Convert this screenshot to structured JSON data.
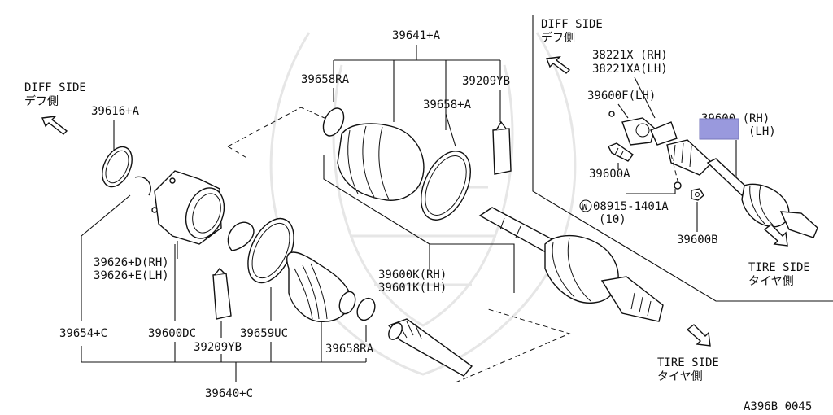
{
  "diagram_code": "A396B 0045",
  "left_assembly": {
    "diff_side": {
      "en": "DIFF SIDE",
      "jp": "デフ側"
    },
    "tire_side": {
      "en": "TIRE SIDE",
      "jp": "タイヤ側"
    },
    "labels": {
      "p39641A": "39641+A",
      "p39658RA_top": "39658RA",
      "p39209YB_top": "39209YB",
      "p39658A": "39658+A",
      "p39616A": "39616+A",
      "p39626D": "39626+D(RH)",
      "p39626E": "39626+E(LH)",
      "p39600K": "39600K(RH)",
      "p39601K": "39601K(LH)",
      "p39654C": "39654+C",
      "p39600DC": "39600DC",
      "p39659UC": "39659UC",
      "p39209YB_bot": "39209YB",
      "p39658RA_bot": "39658RA",
      "p39640C": "39640+C"
    }
  },
  "right_inset": {
    "diff_side": {
      "en": "DIFF SIDE",
      "jp": "デフ側"
    },
    "tire_side": {
      "en": "TIRE SIDE",
      "jp": "タイヤ側"
    },
    "labels": {
      "p38221X": "38221X (RH)",
      "p38221XA": "38221XA(LH)",
      "p39600F": "39600F(LH)",
      "p39600RH": "39600 (RH)",
      "p39600LH": "(LH)",
      "p39600A": "39600A",
      "w_symbol": "W",
      "p08915": "08915-1401A",
      "qty": "(10)",
      "p39600B": "39600B"
    },
    "highlight_color": "#9999dd"
  }
}
